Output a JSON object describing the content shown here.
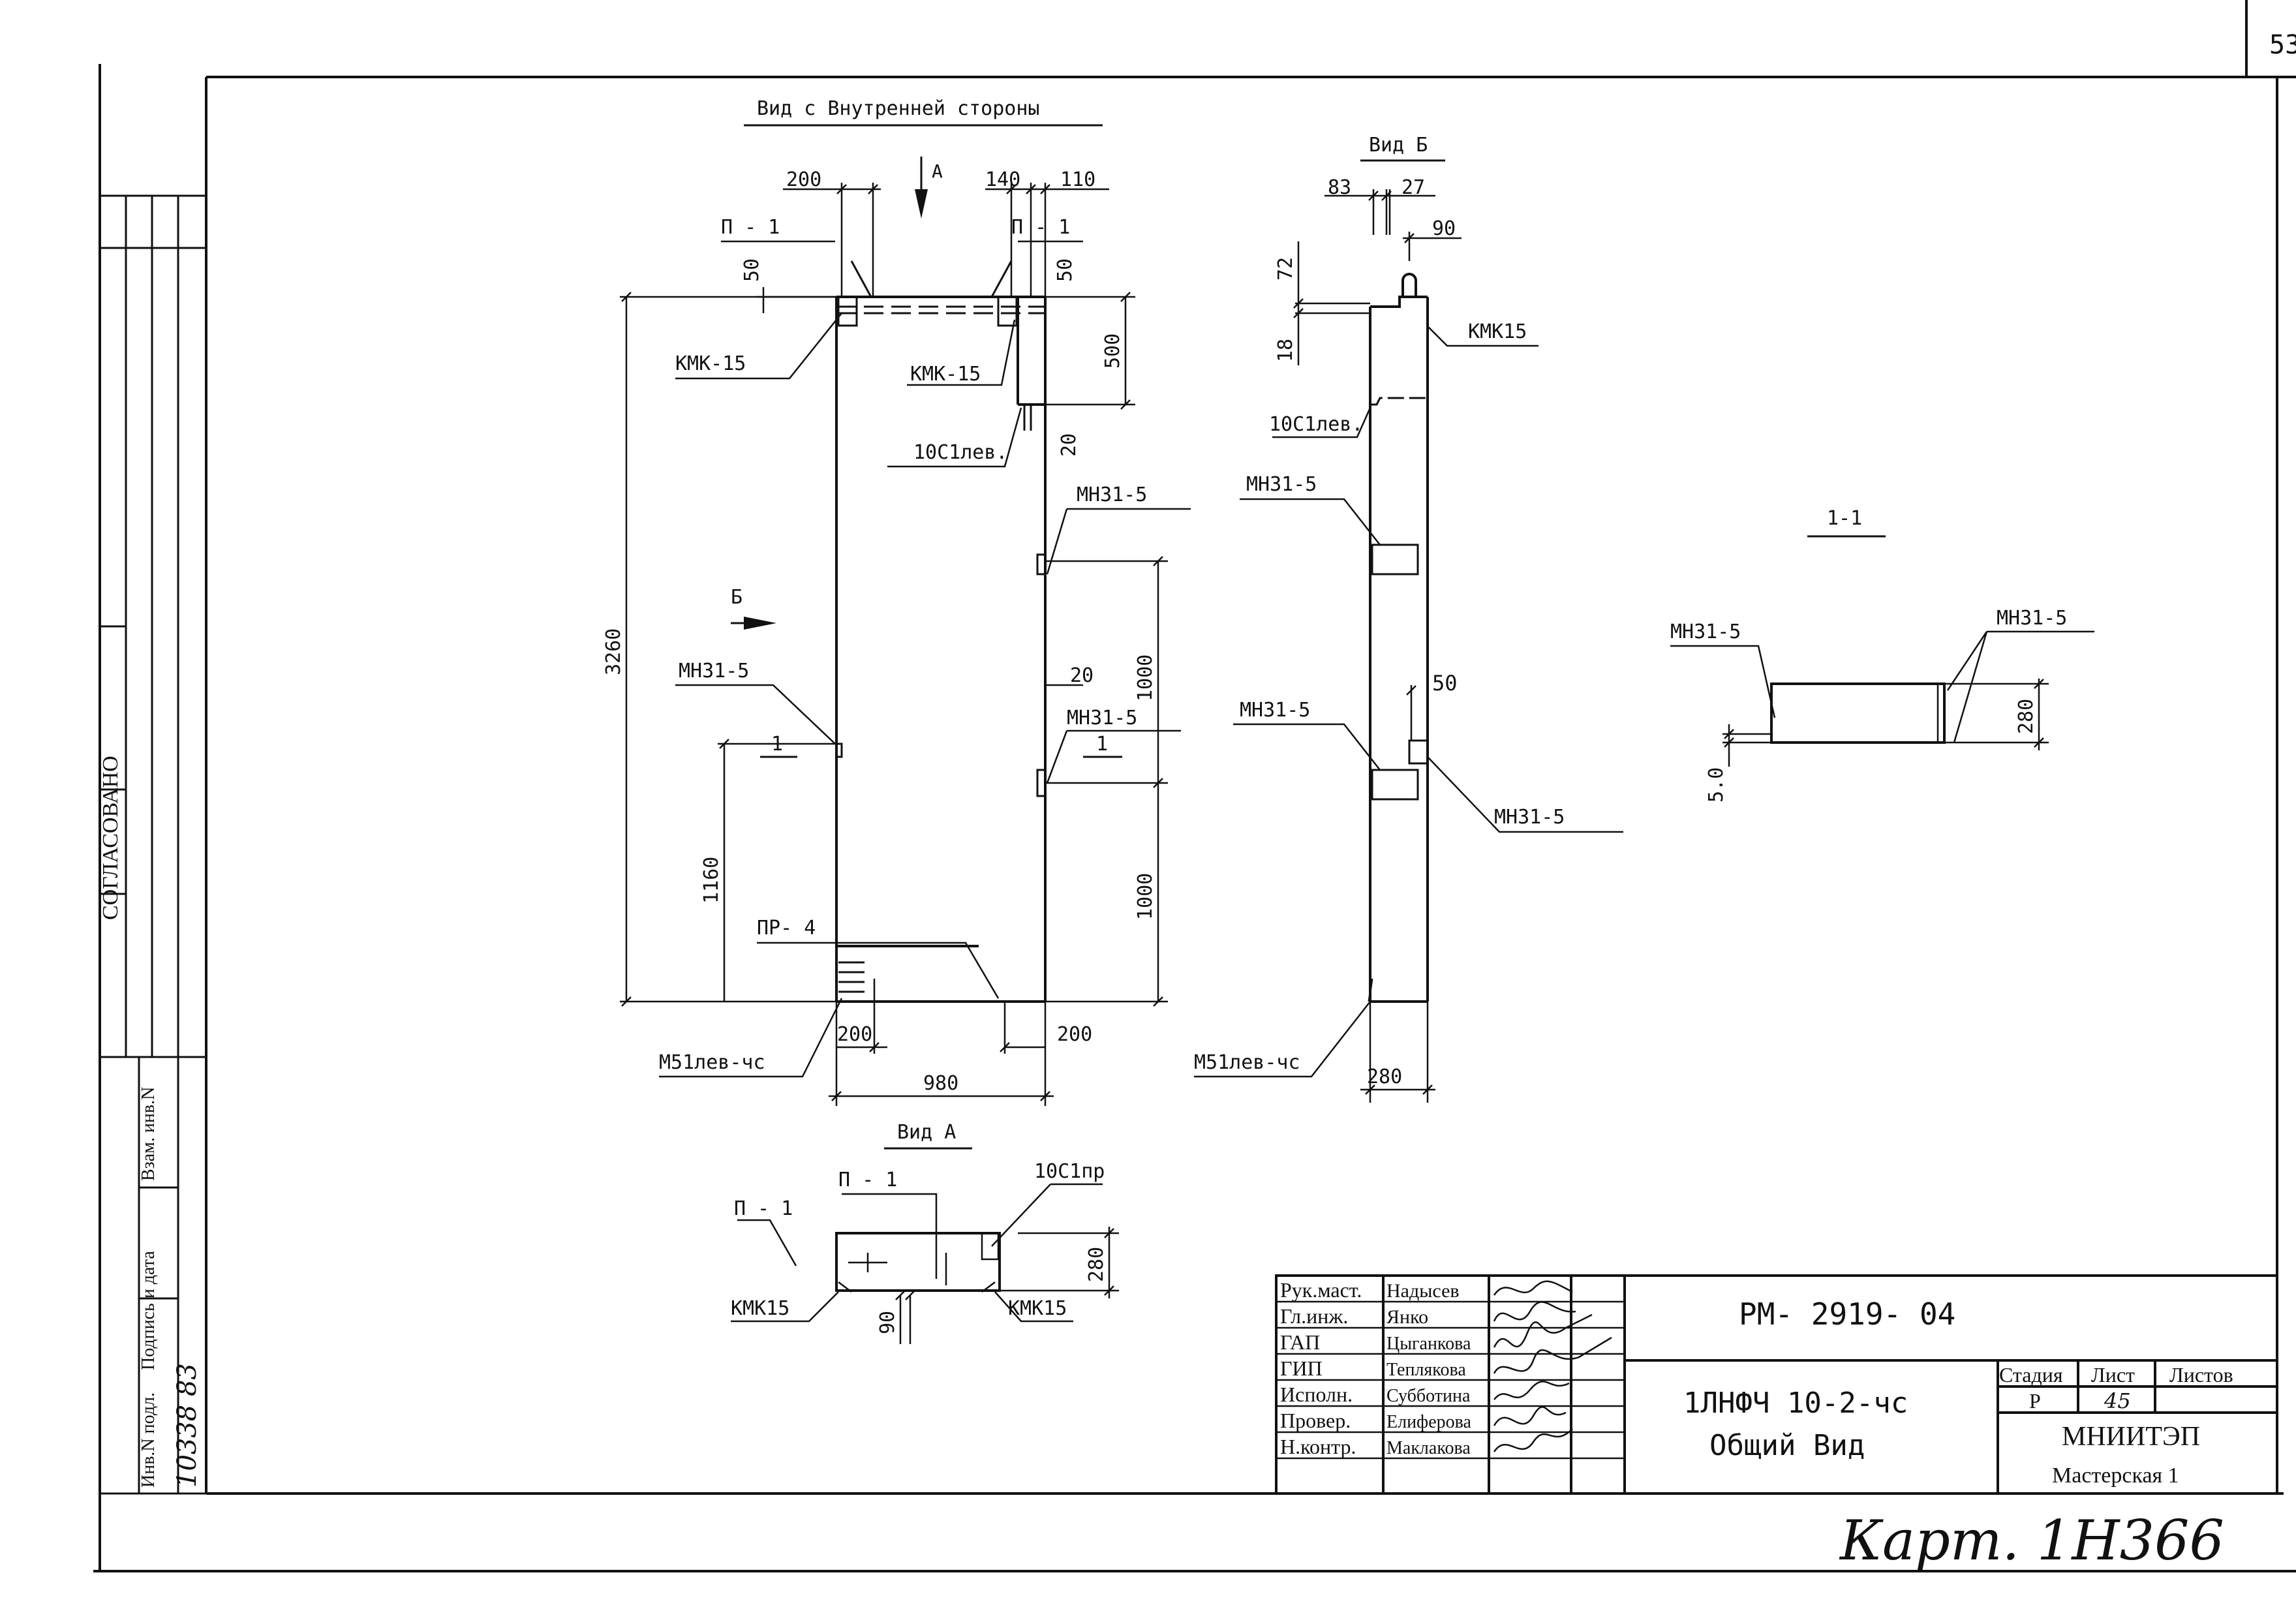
{
  "sheet_number": "53",
  "views": {
    "inner_side": "Вид с Внутренней стороны",
    "view_b": "Вид Б",
    "view_a": "Вид А",
    "section": "1-1"
  },
  "markers": {
    "arrow_a": "А",
    "arrow_b": "Б",
    "section_left": "1",
    "section_right": "1"
  },
  "parts": {
    "p1": "П - 1",
    "kmk15_dash": "КМК-15",
    "kmk15": "КМК15",
    "c10_left": "10С1лев.",
    "c10_right": "10С1пр",
    "mn31": "МН31-5",
    "pr4": "ПР- 4",
    "m51": "М51лев-чс"
  },
  "dims": {
    "d200": "200",
    "d140": "140",
    "d110": "110",
    "d50": "50",
    "d500": "500",
    "d20": "20",
    "d3260": "3260",
    "d1000": "1000",
    "d1160": "1160",
    "d980": "980",
    "d83": "83",
    "d27": "27",
    "d90": "90",
    "d72": "72",
    "d18": "18",
    "d280": "280",
    "d5": "5.0"
  },
  "side_stamp": {
    "agreed": "СОГЛАСОВАНО",
    "inv_orig": "Инв.N подл.",
    "sign_date": "Подпись и дата",
    "replace_inv": "Взам. инв.N",
    "inv_value": "10338 83"
  },
  "title_block": {
    "roles": [
      "Рук.маст.",
      "Гл.инж.",
      "ГАП",
      "ГИП",
      "Исполн.",
      "Провер.",
      "Н.контр."
    ],
    "names": [
      "Надысев",
      "Янко",
      "Цыганкова",
      "Теплякова",
      "Субботина",
      "Елиферова",
      "Маклакова"
    ],
    "doc_code": "РМ- 2919- 04",
    "product": "1ЛНФЧ 10-2-чс",
    "drawing_title": "Общий Вид",
    "stage_label": "Стадия",
    "sheet_label": "Лист",
    "sheets_label": "Листов",
    "stage_value": "Р",
    "sheet_value": "45",
    "org": "МНИИТЭП",
    "workshop": "Мастерская 1"
  },
  "handwritten_note": "Карт. 1Н366"
}
